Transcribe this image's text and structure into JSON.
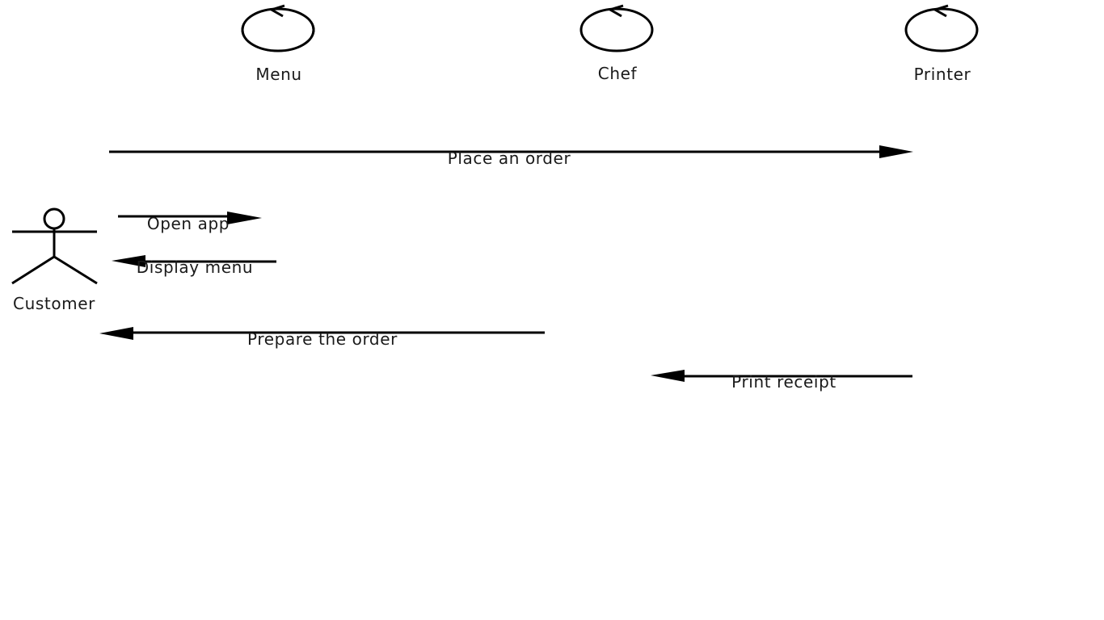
{
  "participants": {
    "menu": {
      "label": "Menu",
      "icon": "control-icon"
    },
    "chef": {
      "label": "Chef",
      "icon": "control-icon"
    },
    "printer": {
      "label": "Printer",
      "icon": "control-icon"
    },
    "customer": {
      "label": "Customer",
      "icon": "actor-icon"
    }
  },
  "messages": {
    "place_order": {
      "label": "Place an order",
      "direction": "right"
    },
    "open_app": {
      "label": "Open app",
      "direction": "right"
    },
    "display_menu": {
      "label": "Display menu",
      "direction": "left"
    },
    "prepare_order": {
      "label": "Prepare the order",
      "direction": "left"
    },
    "print_receipt": {
      "label": "Print receipt",
      "direction": "left"
    }
  },
  "colors": {
    "line": "#000000",
    "text": "#1a1a1a",
    "background": "#ffffff"
  }
}
